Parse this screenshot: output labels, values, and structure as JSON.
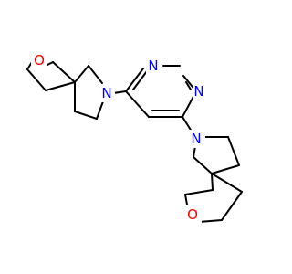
{
  "molecule": {
    "colors": {
      "bond": "#000000",
      "nitrogen": "#0000ff",
      "oxygen": "#ff0000",
      "background": "#ffffff"
    },
    "atoms": {
      "n_pyrimidine_top": "N",
      "n_pyrimidine_right": "N",
      "n_pyrrolidine_upper": "N",
      "n_pyrrolidine_lower": "N",
      "o_oxolane_upper": "O",
      "o_oxolane_lower": "O"
    }
  }
}
